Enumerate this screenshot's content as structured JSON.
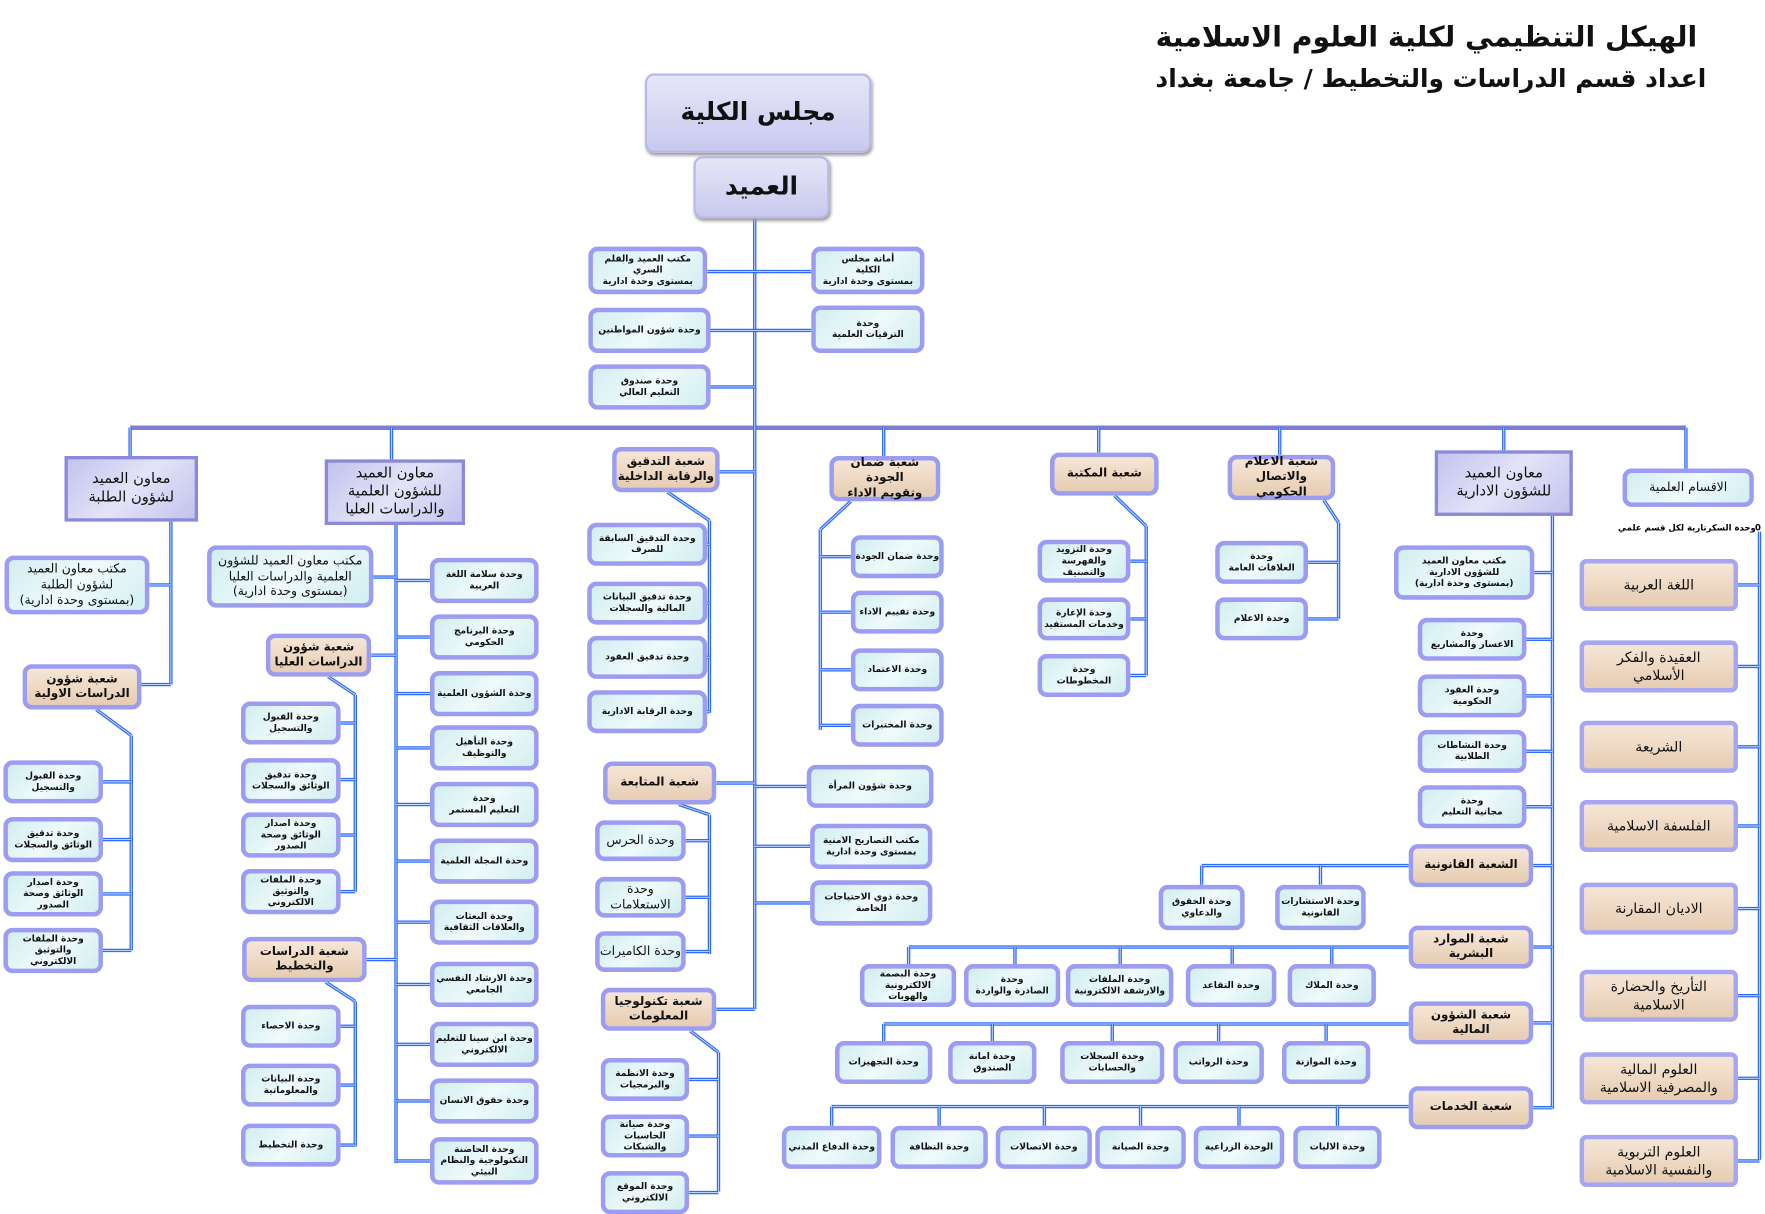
{
  "title": {
    "line1": "الهيكل التنظيمي لكلية العلوم الاسلامية",
    "line2": "اعداد قسم الدراسات والتخطيط / جامعة بغداد"
  },
  "nodes": {
    "council": "مجلس الكلية",
    "dean": "العميد",
    "dean_office": "مكتب العميد والقلم\nالسري\nبمستوى وحدة ادارية",
    "council_secretariat": "أمانة مجلس\nالكلية\nبمستوى وحدة ادارية",
    "citizens_unit": "وحدة شؤون المواطنين",
    "promotions_unit": "وحدة\nالترقيات العلمية",
    "fund_unit": "وحدة صندوق\nالتعليم العالي",
    "vp_students": "معاون العميد\nلشؤون الطلبة",
    "vp_scientific": "معاون العميد\nللشؤون العلمية\nوالدراسات العليا",
    "br_audit": "شعبة التدقيق\nوالرقابة الداخلية",
    "br_quality": "شعبة ضمان الجودة\nوتقويم الاداء",
    "br_library": "شعبة المكتبة",
    "br_media": "شعبة الاعلام\nوالاتصال الحكومي",
    "vp_admin": "معاون العميد\nللشؤون الادارية",
    "br_departments": "الاقسام العلمية",
    "students_office": "مكتب معاون العميد\nلشؤون الطلبة\n(بمستوى وحدة ادارية)",
    "br_undergrad": "شعبة شؤون\nالدراسات الاولية",
    "ug_admission": "وحدة القبول\nوالتسجيل",
    "ug_verify": "وحدة تدقيق\nالوثائق والسجلات",
    "ug_issue": "وحدة اصدار\nالوثائق وصحة\nالصدور",
    "ug_files": "وحدة الملفات\nوالتوثيق\nالالكتروني",
    "sci_office": "مكتب معاون العميد للشؤون\nالعلمية والدراسات العليا\n(بمستوى وحدة ادارية)",
    "sci_language": "وحدة سلامة اللغة\nالعربية",
    "sci_govprog": "وحدة البرنامج\nالحكومي",
    "sci_affairs": "وحدة الشؤون العلمية",
    "sci_qualification": "وحدة التأهيل\nوالتوظيف",
    "sci_continuing": "وحدة\nالتعليم المستمر",
    "sci_journal": "وحدة المجلة العلمية",
    "sci_missions": "وحدة البعثات\nوالعلاقات الثقافية",
    "sci_counseling": "وحدة الارشاد النفسي\nالجامعي",
    "sci_ibnsina": "وحدة ابن سينا للتعليم\nالالكتروني",
    "sci_humanrights": "وحدة حقوق الانسان",
    "sci_incubator": "وحدة الحاضنة\nالتكنولوجية والنظام\nالبيئي",
    "br_postgrad": "شعبة شؤون\nالدراسات العليا",
    "pg_admission": "وحدة القبول\nوالتسجيل",
    "pg_verify": "وحدة تدقيق\nالوثائق والسجلات",
    "pg_issue": "وحدة اصدار\nالوثائق وصحة\nالصدور",
    "pg_files": "وحدة الملفات\nوالتوثيق\nالالكتروني",
    "br_planning": "شعبة الدراسات\nوالتخطيط",
    "pl_stats": "وحدة الاحصاء",
    "pl_data": "وحدة البيانات\nوالمعلوماتية",
    "pl_planning": "وحدة التخطيط",
    "au_prepay": "وحدة التدقيق السابقة\nللصرف",
    "au_financial": "وحدة تدقيق البيانات\nالمالية والسجلات",
    "au_contracts": "وحدة تدقيق العقود",
    "au_admin": "وحدة الرقابة الادارية",
    "q_assurance": "وحدة ضمان الجودة",
    "q_evaluation": "وحدة تقييم الاداء",
    "q_accreditation": "وحدة الاعتماد",
    "q_labs": "وحدة المختبرات",
    "lib_acq": "وحدة التزويد\nوالفهرسة والتصنيف",
    "lib_loan": "وحدة الإعارة\nوخدمات المستفيد",
    "lib_manuscripts": "وحدة\nالمخطوطات",
    "md_relations": "وحدة\nالعلاقات العامة",
    "md_media": "وحدة الاعلام",
    "br_followup": "شعبة المتابعة",
    "fu_guard": "وحدة الحرس",
    "fu_info": "وحدة\nالاستعلامات",
    "fu_cameras": "وحدة الكاميرات",
    "women_unit": "وحدة شؤون المرأة",
    "security_office": "مكتب التصاريح الامنية\nبمستوى وحدة ادارية",
    "special_needs": "وحدة ذوي الاحتياجات\nالخاصة",
    "br_it": "شعبة تكنولوجيا\nالمعلومات",
    "it_systems": "وحدة الانظمة\nوالبرمجيات",
    "it_maintenance": "وحدة صيانة\nالحاسبات والشبكات",
    "it_website": "وحدة الموقع\nالالكتروني",
    "admin_office": "مكتب معاون العميد\nللشؤون الادارية\n(بمستوى وحدة ادارية)",
    "ad_insolvency": "وحدة\nالاعسار والمشاريع",
    "ad_contracts": "وحدة العقود\nالحكومية",
    "ad_activities": "وحدة النشاطات\nالطلابية",
    "ad_free": "وحدة\nمجانية التعليم",
    "br_legal": "الشعبة القانونية",
    "br_hr": "شعبة الموارد\nالبشرية",
    "br_finance": "شعبة الشؤون\nالمالية",
    "br_services": "شعبة الخدمات",
    "lg_rights": "وحدة الحقوق\nوالدعاوي",
    "lg_consult": "وحدة الاستشارات\nالقانونية",
    "hr_staff": "وحدة الملاك",
    "hr_retire": "وحدة التقاعد",
    "hr_files": "وحدة الملفات\nوالارشفة الالكترونية",
    "hr_mail": "وحدة\nالصادرة والواردة",
    "hr_biometric": "وحدة البصمة\nالالكترونية والهويات",
    "fn_budget": "وحدة الموازنة",
    "fn_salaries": "وحدة الرواتب",
    "fn_records": "وحدة السجلات\nوالحسابات",
    "fn_treasury": "وحدة امانة\nالصندوق",
    "fn_equipment": "وحدة التجهيزات",
    "sv_vehicles": "وحدة الاليات",
    "sv_agri": "الوحدة الزراعية",
    "sv_maintenance": "وحدة الصيانة",
    "sv_comm": "وحدة الاتصالات",
    "sv_cleaning": "وحدة النظافة",
    "sv_civildef": "وحدة الدفاع المدني",
    "dp_arabic": "اللغة العربية",
    "dp_creed": "العقيدة والفكر\nالأسلامي",
    "dp_sharia": "الشريعة",
    "dp_philosophy": "الفلسفة الاسلامية",
    "dp_religions": "الاديان المقارنة",
    "dp_history": "التأريخ والحضارة\nالاسلامية",
    "dp_finance": "العلوم المالية\nوالمصرفية الاسلامية",
    "dp_education": "العلوم التربوية\nوالنفسية الاسلامية"
  },
  "departments_note": "وحدة السكرتارية لكل قسم علمي",
  "departments_note_mark": "0",
  "colors": {
    "connector": "#2f6bff",
    "main_line": "#7b7fd8",
    "unit_border": "#9c9cf2",
    "branch_fill": "#ecd5bf",
    "unit_fill": "#def3f4"
  }
}
